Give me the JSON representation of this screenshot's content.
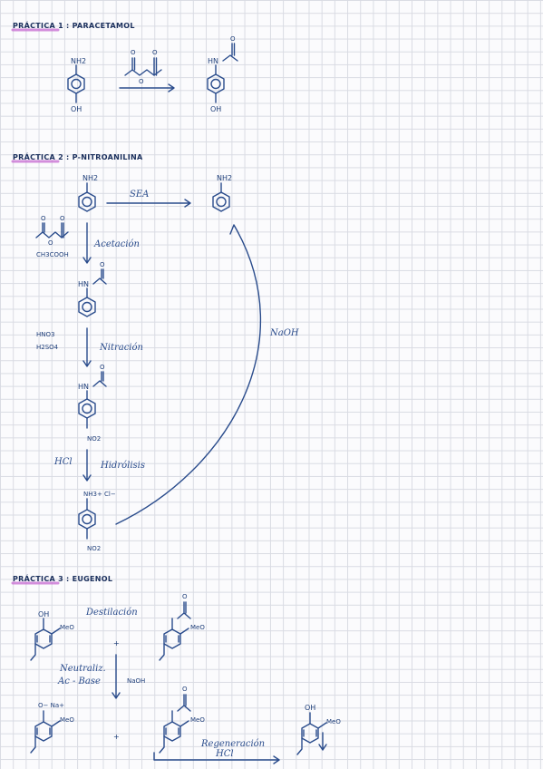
{
  "practica1": {
    "title": "PRÁCTICA 1 : PARACETAMOL",
    "reactant_top": "NH2",
    "reactant_bottom": "OH",
    "reagent_o1": "O",
    "reagent_o2": "O",
    "reagent_o3": "O",
    "product_top": "HN",
    "product_o": "O",
    "product_bottom": "OH"
  },
  "practica2": {
    "title": "PRÁCTICA 2 : P-NITROANILINA",
    "start_top": "NH2",
    "sea": "SEA",
    "end_top": "NH2",
    "reagent1_o1": "O",
    "reagent1_o2": "O",
    "reagent1_o3": "O",
    "reagent1_acid": "CH3COOH",
    "step1": "Acetación",
    "int1_top": "HN",
    "int1_o": "O",
    "reagent2_line1": "HNO3",
    "reagent2_line2": "H2SO4",
    "step2": "Nitración",
    "int2_top": "HN",
    "int2_o": "O",
    "int2_bottom": "NO2",
    "reagent3": "HCl",
    "step3": "Hidrólisis",
    "int3_top": "NH3+ Cl−",
    "int3_bottom": "NO2",
    "naoh": "NaOH"
  },
  "practica3": {
    "title": "PRÁCTICA 3 : EUGENOL",
    "r1_oh": "OH",
    "r1_meo": "MeO",
    "distill": "Destilación",
    "r2_o": "O",
    "r2_meo": "MeO",
    "plus1": "+",
    "neutral_line1": "Neutraliz.",
    "neutral_line2": "Ac - Base",
    "naoh": "NaOH",
    "r3_salt": "O− Na+",
    "r3_meo": "MeO",
    "plus2": "+",
    "r4_o": "O",
    "r4_meo": "MeO",
    "regen_line1": "Regeneración",
    "regen_line2": "HCl",
    "r5_oh": "OH",
    "r5_meo": "MeO"
  }
}
